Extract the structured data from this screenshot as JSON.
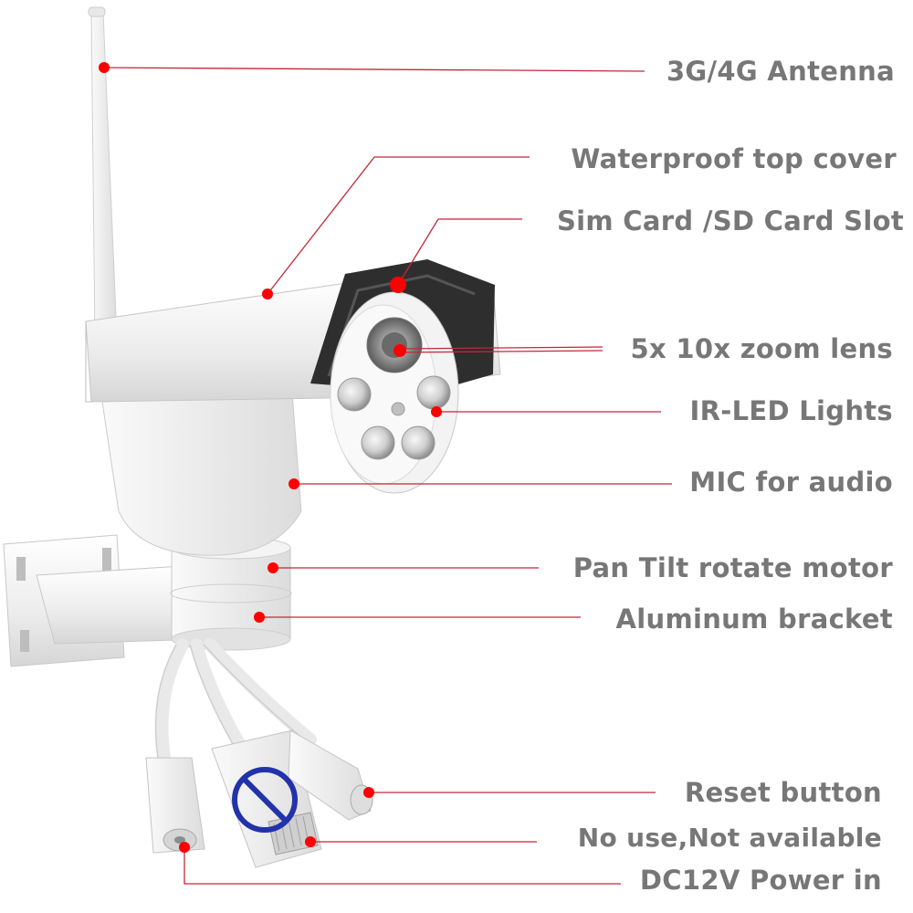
{
  "colors": {
    "leader_line": "#c0283a",
    "marker_dot": "#ff0000",
    "label_text": "#777777",
    "camera_body": "#f1f1f1",
    "visor": "#2a2a2a",
    "no_use_symbol": "#2233aa"
  },
  "callouts": [
    {
      "id": "antenna",
      "label": "3G/4G Antenna"
    },
    {
      "id": "top-cover",
      "label": "Waterproof  top cover"
    },
    {
      "id": "card-slot",
      "label": "Sim Card /SD Card Slot"
    },
    {
      "id": "zoom-lens",
      "label": "5x 10x zoom lens"
    },
    {
      "id": "ir-leds",
      "label": "IR-LED Lights"
    },
    {
      "id": "mic",
      "label": "MIC for audio"
    },
    {
      "id": "ptz-motor",
      "label": "Pan Tilt rotate motor"
    },
    {
      "id": "bracket",
      "label": "Aluminum bracket"
    },
    {
      "id": "reset",
      "label": "Reset  button"
    },
    {
      "id": "rj45",
      "label": "No use,Not available"
    },
    {
      "id": "power",
      "label": "DC12V Power in"
    }
  ],
  "icons": {
    "no_use": "prohibited-icon"
  }
}
